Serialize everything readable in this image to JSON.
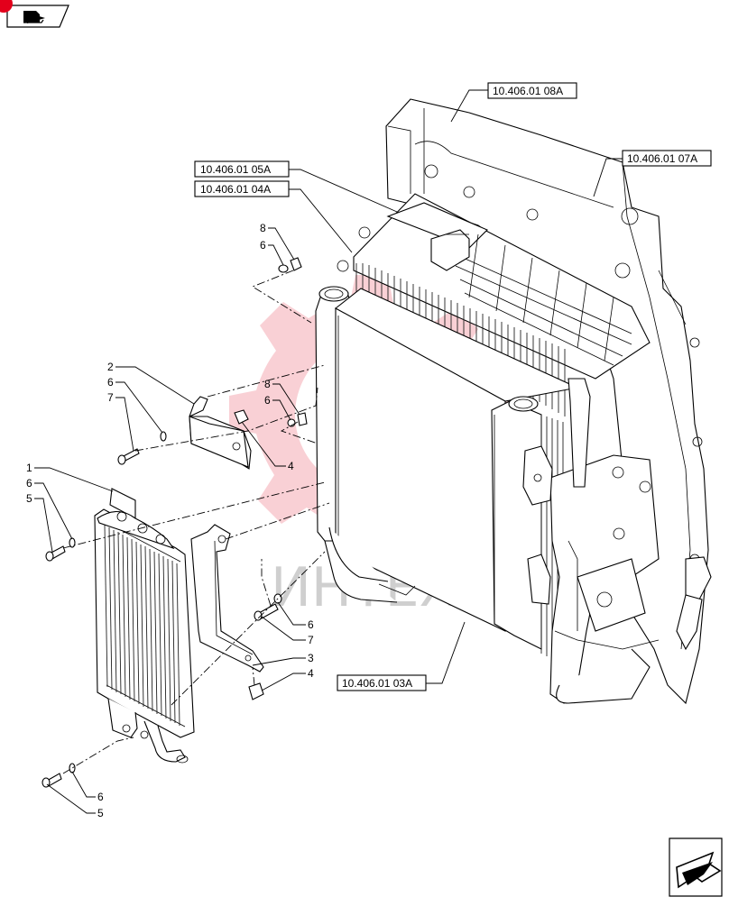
{
  "nav": {
    "prev_icon": "book-arrow-icon",
    "next_icon": "next-page-arrow-icon",
    "badge_color": "#e3001b"
  },
  "watermark": {
    "text": "ИНТЕХ",
    "color": "#e3001b"
  },
  "references": [
    {
      "id": "ref-08a",
      "label": "10.406.01 08A"
    },
    {
      "id": "ref-07a",
      "label": "10.406.01 07A"
    },
    {
      "id": "ref-05a",
      "label": "10.406.01 05A"
    },
    {
      "id": "ref-04a",
      "label": "10.406.01 04A"
    },
    {
      "id": "ref-03a",
      "label": "10.406.01 03A"
    }
  ],
  "callouts": {
    "c1": "1",
    "c2": "2",
    "c3": "3",
    "c4a": "4",
    "c4b": "4",
    "c5a": "5",
    "c5b": "5",
    "c6a": "6",
    "c6b": "6",
    "c6c": "6",
    "c6d": "6",
    "c6e": "6",
    "c6f": "6",
    "c7a": "7",
    "c7b": "7",
    "c8a": "8",
    "c8b": "8"
  }
}
